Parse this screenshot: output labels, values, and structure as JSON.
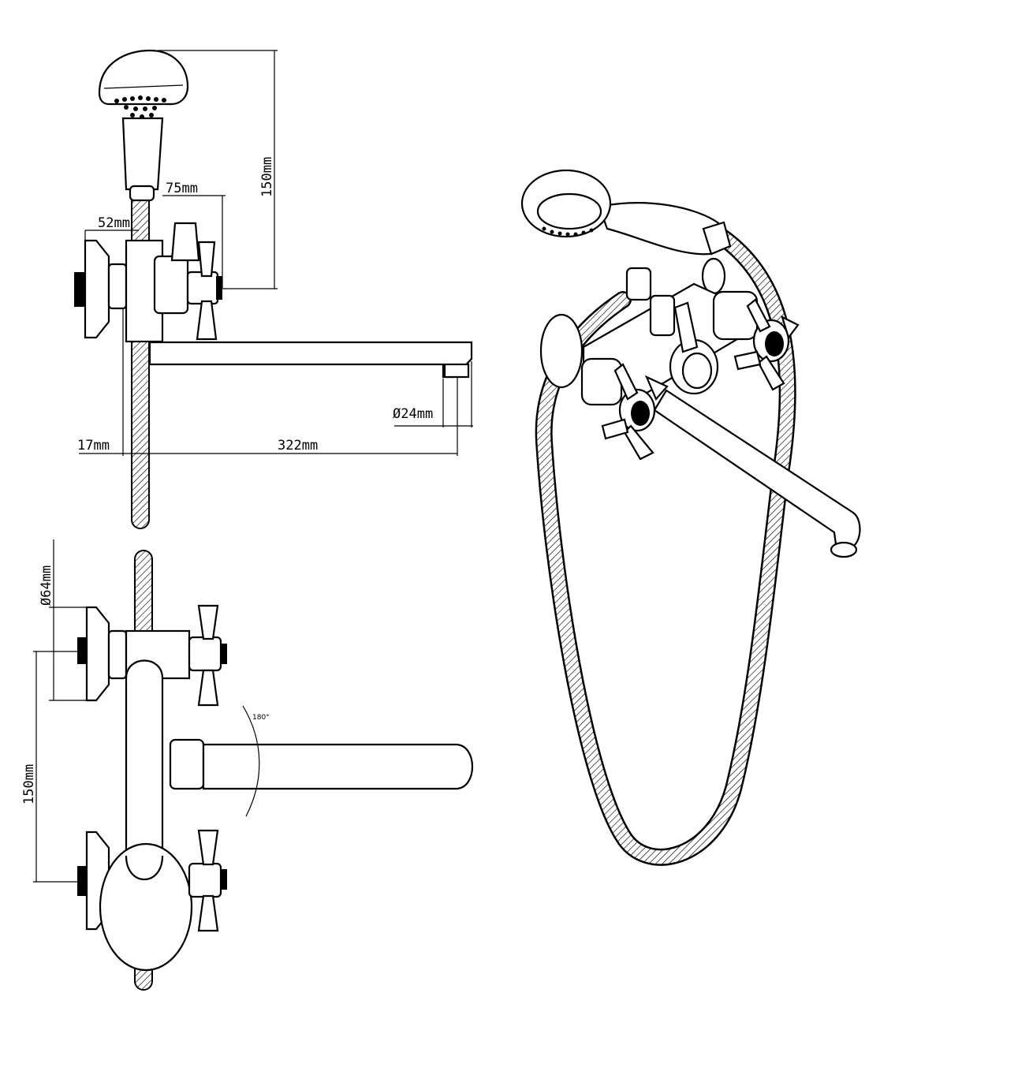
{
  "drawing": {
    "side_view": {
      "dimensions": {
        "hose_height": "150mm",
        "head_offset": "75mm",
        "wall_offset": "52mm",
        "spout_diameter": "Ø24mm",
        "wall_gap": "17mm",
        "spout_length": "322mm"
      }
    },
    "top_view": {
      "dimensions": {
        "flange_diameter": "Ø64mm",
        "center_distance": "150mm",
        "rotation_angle": "180°"
      }
    }
  },
  "colors": {
    "line": "#000000",
    "background": "#ffffff"
  }
}
